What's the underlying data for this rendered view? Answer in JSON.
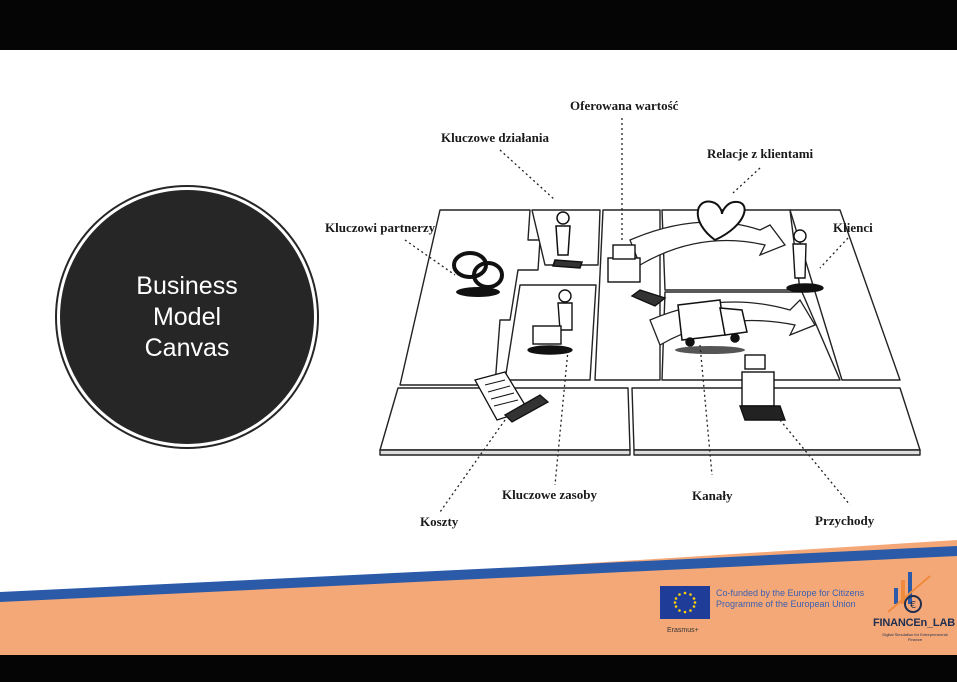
{
  "slide": {
    "title": "Business Model Canvas",
    "title_lines": [
      "Business",
      "Model",
      "Canvas"
    ]
  },
  "canvas_labels": {
    "value_proposition": "Oferowana wartość",
    "key_activities": "Kluczowe działania",
    "customer_relationships": "Relacje z klientami",
    "key_partners": "Kluczowi partnerzy",
    "customer_segments": "Klienci",
    "key_resources": "Kluczowe zasoby",
    "channels": "Kanały",
    "cost_structure": "Koszty",
    "revenue_streams": "Przychody"
  },
  "footer": {
    "eu_caption": "Erasmus+",
    "cofunded_text": "Co-funded by the Europe for Citizens Programme of the European Union",
    "logo_name": "FINANCEn_LAB",
    "logo_tagline": "Digital Simulation for Entrepreneurial Finance",
    "colors": {
      "orange": "#f4a878",
      "blue": "#2b5aa8",
      "navy": "#1f2d4f"
    }
  }
}
